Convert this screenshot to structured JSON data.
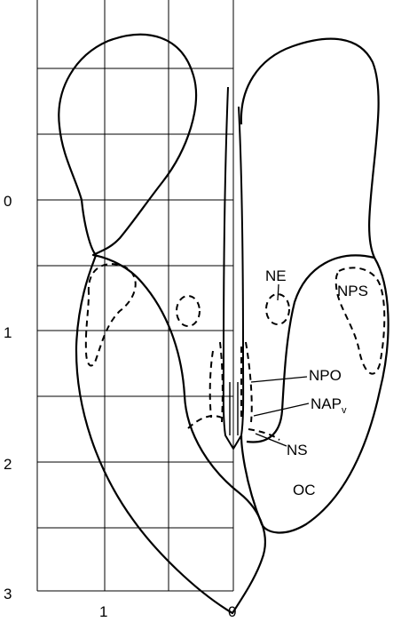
{
  "diagram": {
    "y_axis_labels": [
      "0",
      "1",
      "2",
      "3"
    ],
    "x_axis_labels": [
      "1",
      "0"
    ],
    "region_labels": {
      "ne": "NE",
      "nps": "NPS",
      "npo": "NPO",
      "nap": "NAP",
      "nap_sub": "v",
      "ns": "NS",
      "oc": "OC"
    }
  }
}
